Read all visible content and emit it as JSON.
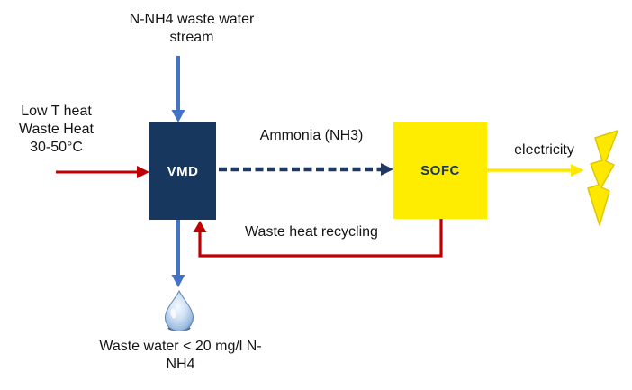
{
  "diagram": {
    "nodes": {
      "vmd": {
        "label": "VMD",
        "fill": "#17375E",
        "text_color": "#FFFFFF"
      },
      "sofc": {
        "label": "SOFC",
        "fill": "#FFED00",
        "text_color": "#17375E"
      }
    },
    "labels": {
      "feed": "N-NH4 waste water\nstream",
      "heat_in": "Low T heat\nWaste Heat\n30-50°C",
      "ammonia": "Ammonia (NH3)",
      "electricity": "electricity",
      "recycling": "Waste heat recycling",
      "effluent": "Waste water < 20 mg/l N-\nNH4"
    },
    "flows": [
      {
        "name": "waste-water-in",
        "to": "VMD",
        "label": "N-NH4 waste water stream",
        "color": "#4472C4",
        "style": "solid"
      },
      {
        "name": "low-t-heat-in",
        "to": "VMD",
        "label": "Low T heat Waste Heat 30-50°C",
        "color": "#C00000",
        "style": "solid"
      },
      {
        "name": "ammonia",
        "from": "VMD",
        "to": "SOFC",
        "label": "Ammonia (NH3)",
        "color": "#1F3864",
        "style": "dashed"
      },
      {
        "name": "electricity-out",
        "from": "SOFC",
        "label": "electricity",
        "color": "#FFE800",
        "style": "solid"
      },
      {
        "name": "waste-heat-recycling",
        "from": "SOFC",
        "to": "VMD",
        "label": "Waste heat recycling",
        "color": "#C00000",
        "style": "solid"
      },
      {
        "name": "treated-water-out",
        "from": "VMD",
        "label": "Waste water < 20 mg/l N-NH4",
        "color": "#4472C4",
        "style": "solid"
      }
    ],
    "icons": [
      {
        "name": "water-drop-icon",
        "color": "#7DA7D9"
      },
      {
        "name": "lightning-bolt-icon",
        "color": "#FFE800"
      }
    ],
    "colors": {
      "navy": "#17375E",
      "arrow_blue": "#4472C4",
      "arrow_red": "#C00000",
      "yellow": "#FFED00",
      "background": "#FFFFFF"
    }
  }
}
